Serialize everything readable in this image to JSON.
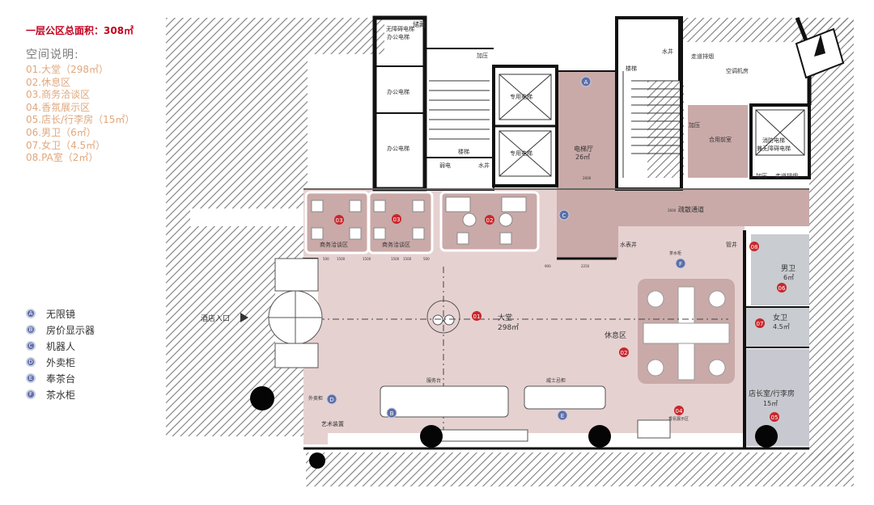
{
  "title": "一层公区总面积：308㎡",
  "space_heading": "空间说明:",
  "spaces": [
    "01.大堂（298㎡）",
    "02.休息区",
    "03.商务洽谈区",
    "04.香氛展示区",
    "05.店长/行李房（15㎡）",
    "06.男卫（6㎡）",
    "07.女卫（4.5㎡）",
    "08.PA室（2㎡）"
  ],
  "legend": [
    {
      "code": "A",
      "label": "无限镜"
    },
    {
      "code": "B",
      "label": "房价显示器"
    },
    {
      "code": "C",
      "label": "机器人"
    },
    {
      "code": "D",
      "label": "外卖柜"
    },
    {
      "code": "E",
      "label": "奉茶台"
    },
    {
      "code": "F",
      "label": "茶水柜"
    }
  ],
  "plan": {
    "rooms": {
      "storage": "储藏",
      "fire_elevator_top": "无障碍电梯",
      "office_elevator_1": "办公电梯",
      "office_elevator_2": "办公电梯",
      "office_elevator_3": "办公电梯",
      "stairs_1": "楼梯",
      "stairs_2": "楼梯",
      "weak_current": "弱电",
      "water_well_1": "水井",
      "water_well_2": "水井",
      "pressurize_1": "加压",
      "pressurize_2": "加压",
      "pressurize_3": "加压",
      "special_elevator_1": "专用电梯",
      "special_elevator_2": "专用电梯",
      "elevator_hall": "电梯厅",
      "elevator_hall_area": "26㎡",
      "exhaust": "走道排烟",
      "ac_room": "空调机房",
      "shared_front": "合用前室",
      "fire_elevator": "消防电梯",
      "accessible_elevator": "兼无障碍电梯",
      "exhaust_2": "走道排烟",
      "evac_corridor": "疏散通道",
      "water_meter": "水表井",
      "pipe_well": "管井",
      "business_area_1": "商务洽谈区",
      "business_area_2": "商务洽谈区",
      "lobby": "大堂",
      "lobby_area": "298㎡",
      "rest_area": "休息区",
      "men_wc": "男卫",
      "men_wc_area": "6㎡",
      "women_wc": "女卫",
      "women_wc_area": "4.5㎡",
      "manager_room": "店长室/行李房",
      "manager_area": "15㎡",
      "hotel_entrance": "酒店入口",
      "art_installation": "艺术装置",
      "delivery_cabinet": "外卖柜",
      "service_desk": "服务台",
      "whisky_bar": "威士忌柜",
      "scent_area": "香氛展示区",
      "tea_cabinet": "茶水柜"
    },
    "markers": {
      "r01": "01",
      "r02a": "02",
      "r02b": "02",
      "r03a": "03",
      "r03b": "03",
      "r04": "04",
      "r05": "05",
      "r06": "06",
      "r07": "07",
      "r08": "08",
      "bA": "A",
      "bC": "C",
      "bD": "D",
      "bE": "E",
      "bF": "F",
      "bB": "B"
    },
    "dims": [
      "500",
      "1500",
      "1500",
      "1500",
      "1500",
      "500",
      "900",
      "2250",
      "2600",
      "2600"
    ],
    "colors": {
      "floor": "#e6d1d1",
      "hall": "#c9aaa8",
      "toilet": "#c9ccd0",
      "manager": "#c8c9d0",
      "wall": "#111111",
      "hatch": "#8a8a8a",
      "red": "#c9262c",
      "blue": "#5d6fa8"
    }
  }
}
